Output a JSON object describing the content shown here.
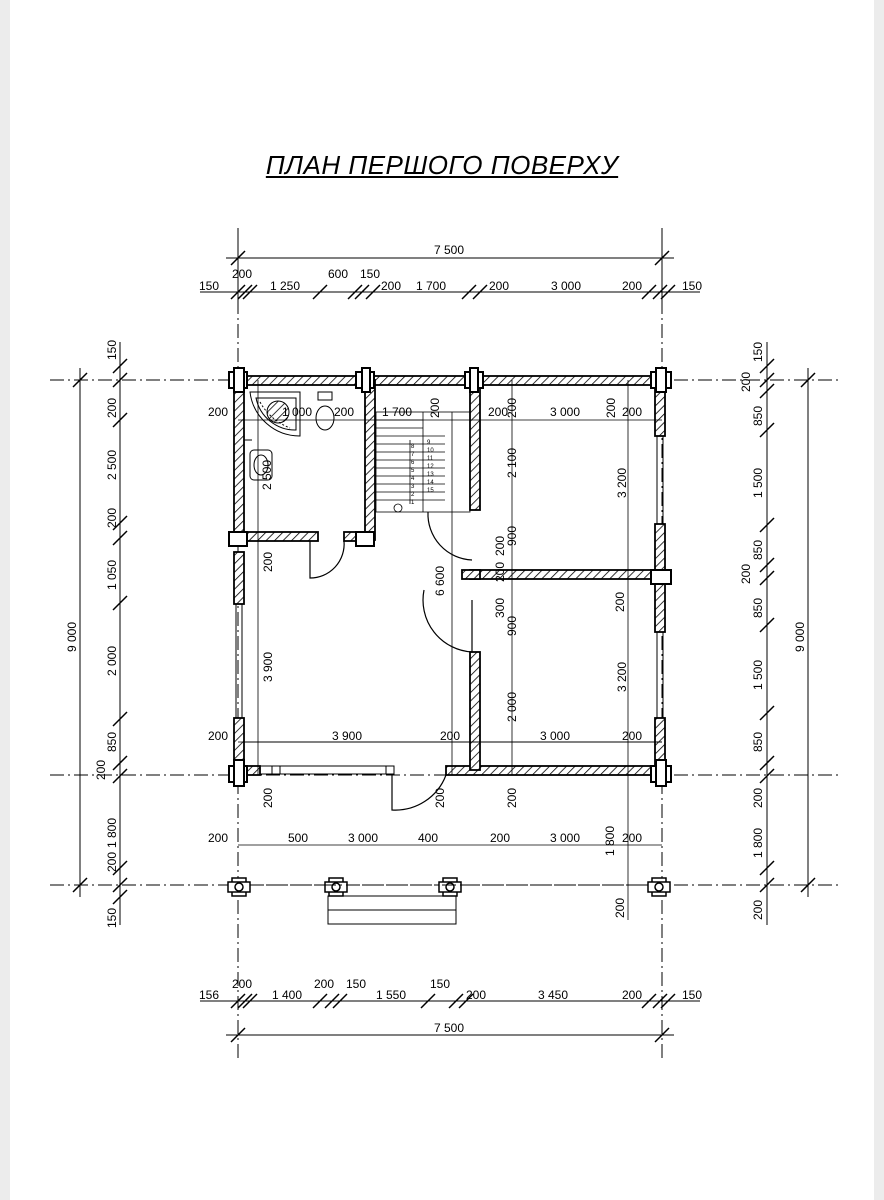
{
  "title": "ПЛАН ПЕРШОГО ПОВЕРХУ",
  "top_dims": {
    "overall": "7 500",
    "small_200": "200",
    "a_150": "150",
    "a_1250": "1 250",
    "a_600": "600",
    "a_150b": "150",
    "a_200b": "200",
    "a_1700": "1 700",
    "a_200c": "200",
    "a_3000": "3 000",
    "a_200d": "200",
    "a_150c": "150"
  },
  "bottom_dims": {
    "b_156": "156",
    "b_200": "200",
    "b_1400": "1 400",
    "b_200b": "200",
    "b_150": "150",
    "b_1550": "1 550",
    "b_150b": "150",
    "b_200c": "200",
    "b_3450": "3 450",
    "b_200d": "200",
    "b_150c": "150",
    "overall": "7 500"
  },
  "left_dims": {
    "overall": "9 000",
    "l_150": "150",
    "l_200a": "200",
    "l_2500": "2 500",
    "l_200b": "200",
    "l_1050": "1 050",
    "l_2000": "2 000",
    "l_850": "850",
    "l_200c": "200",
    "l_1800": "1 800",
    "l_200d": "200",
    "l_150b": "150"
  },
  "right_dims": {
    "overall": "9 000",
    "r_150": "150",
    "r_200a": "200",
    "r_850a": "850",
    "r_1500a": "1 500",
    "r_850b": "850",
    "r_200b": "200",
    "r_850c": "850",
    "r_1500b": "1 500",
    "r_850d": "850",
    "r_200c": "200",
    "r_1800": "1 800",
    "r_200d": "200"
  },
  "interior_dims": {
    "i_200_a": "200",
    "i_1000": "1 000",
    "i_200_b": "200",
    "i_1700": "1 700",
    "i_200_c": "200",
    "i_200_d": "200",
    "i_3000_a": "3 000",
    "i_200_e": "200",
    "i_200_f": "200",
    "i_2500": "2 500",
    "i_200_g": "200",
    "i_3900_v": "3 900",
    "i_6600": "6 600",
    "i_2100": "2 100",
    "i_3200_a": "3 200",
    "i_900_a": "900",
    "i_200_h": "200",
    "i_300": "300",
    "i_900_b": "900",
    "i_200_i": "200",
    "i_2000": "2 000",
    "i_3200_b": "3 200",
    "i_200_j": "200",
    "i_3900_h": "3 900",
    "i_200_k": "200",
    "i_3000_b": "3 000",
    "i_200_l": "200",
    "i_200_m": "200",
    "i_200_n": "200",
    "i_200_o": "200",
    "i_200_p": "200",
    "i_500": "500",
    "i_3000_c": "3 000",
    "i_400": "400",
    "i_200_q": "200",
    "i_3000_d": "3 000",
    "i_1800": "1 800",
    "i_200_r": "200",
    "i_200_s": "200"
  },
  "stair_steps": [
    "1",
    "2",
    "3",
    "4",
    "5",
    "6",
    "7",
    "8",
    "9",
    "10",
    "11",
    "12",
    "13",
    "14",
    "15"
  ]
}
